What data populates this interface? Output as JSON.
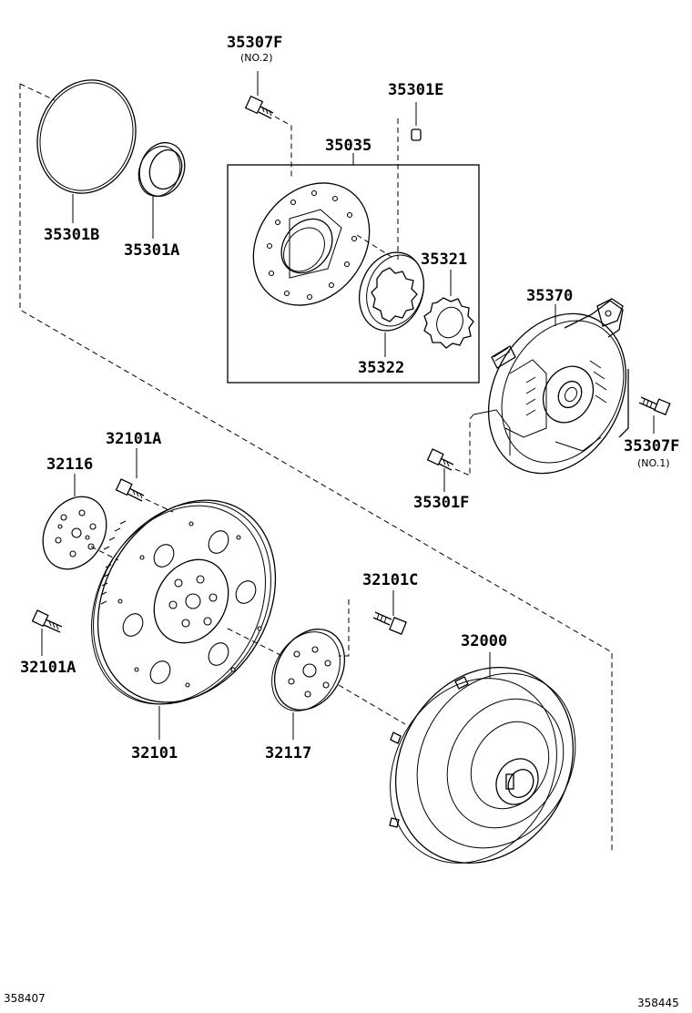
{
  "parts": [
    {
      "id": "35307F_top",
      "number": "35307F",
      "note": "(NO.2)"
    },
    {
      "id": "35301E",
      "number": "35301E"
    },
    {
      "id": "35035",
      "number": "35035"
    },
    {
      "id": "35301B",
      "number": "35301B"
    },
    {
      "id": "35301A",
      "number": "35301A"
    },
    {
      "id": "35321",
      "number": "35321"
    },
    {
      "id": "35370",
      "number": "35370"
    },
    {
      "id": "35322",
      "number": "35322"
    },
    {
      "id": "35307F_right",
      "number": "35307F",
      "note": "(NO.1)"
    },
    {
      "id": "35301F",
      "number": "35301F"
    },
    {
      "id": "32101A_top",
      "number": "32101A"
    },
    {
      "id": "32116",
      "number": "32116"
    },
    {
      "id": "32101C",
      "number": "32101C"
    },
    {
      "id": "32000",
      "number": "32000"
    },
    {
      "id": "32101A_left",
      "number": "32101A"
    },
    {
      "id": "32101",
      "number": "32101"
    },
    {
      "id": "32117",
      "number": "32117"
    }
  ],
  "footer": {
    "left_code": "358407",
    "right_code": "358445"
  }
}
